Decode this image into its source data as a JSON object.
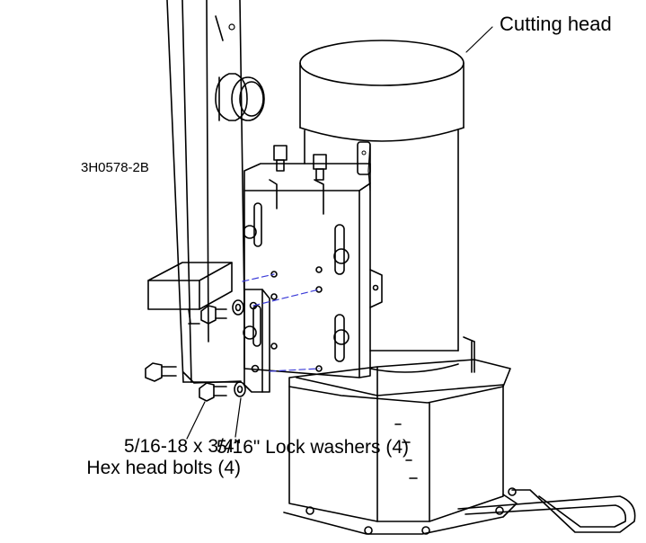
{
  "diagram": {
    "part_number": "3H0578-2B",
    "labels": {
      "cutting_head": "Cutting head",
      "bolts_line1": "5/16-18 x 3/4\"",
      "bolts_line2": "Hex head bolts (4)",
      "washers": "5/16\" Lock washers (4)"
    },
    "colors": {
      "line": "#000000",
      "hidden_line": "#3a3ad8",
      "background": "#ffffff"
    }
  }
}
